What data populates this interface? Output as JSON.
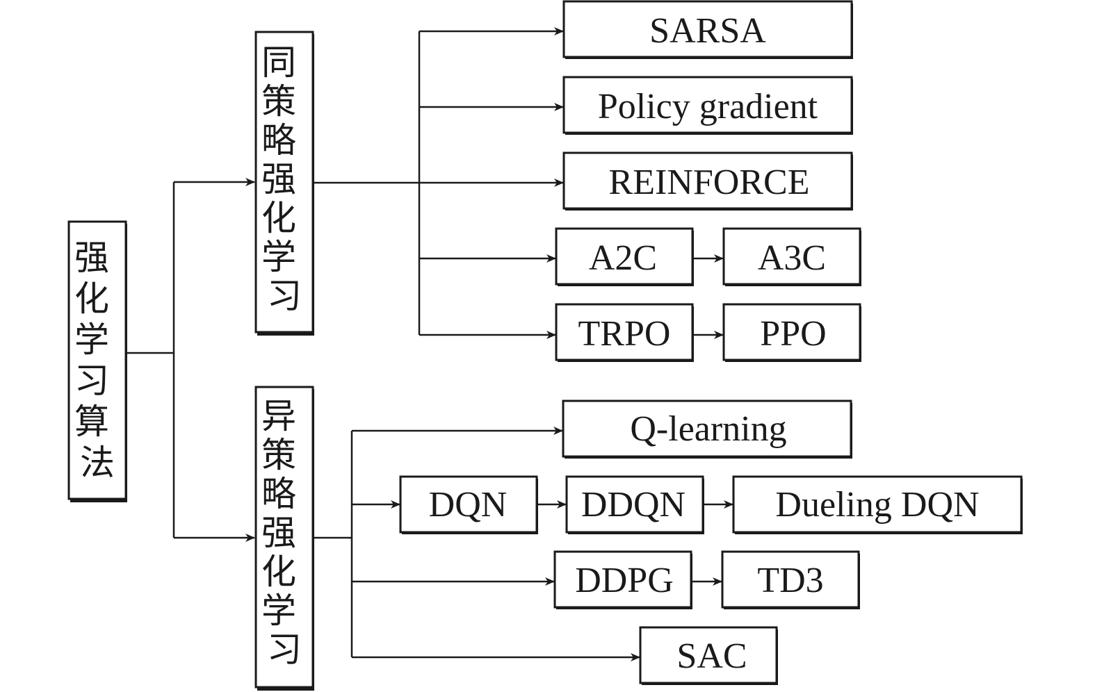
{
  "root": {
    "label": [
      "强",
      "化",
      "学",
      "习",
      "算",
      "法"
    ]
  },
  "on_policy": {
    "label": [
      "同",
      "策",
      "略",
      "强",
      "化",
      "学",
      "习"
    ],
    "items": {
      "sarsa": "SARSA",
      "policy_gradient": "Policy gradient",
      "reinforce": "REINFORCE",
      "a2c": "A2C",
      "a3c": "A3C",
      "trpo": "TRPO",
      "ppo": "PPO"
    }
  },
  "off_policy": {
    "label": [
      "异",
      "策",
      "略",
      "强",
      "化",
      "学",
      "习"
    ],
    "items": {
      "q_learning": "Q-learning",
      "dqn": "DQN",
      "ddqn": "DDQN",
      "dueling_dqn": "Dueling DQN",
      "ddpg": "DDPG",
      "td3": "TD3",
      "sac": "SAC"
    }
  },
  "colors": {
    "ink": "#1a1a1a",
    "background": "#ffffff"
  }
}
